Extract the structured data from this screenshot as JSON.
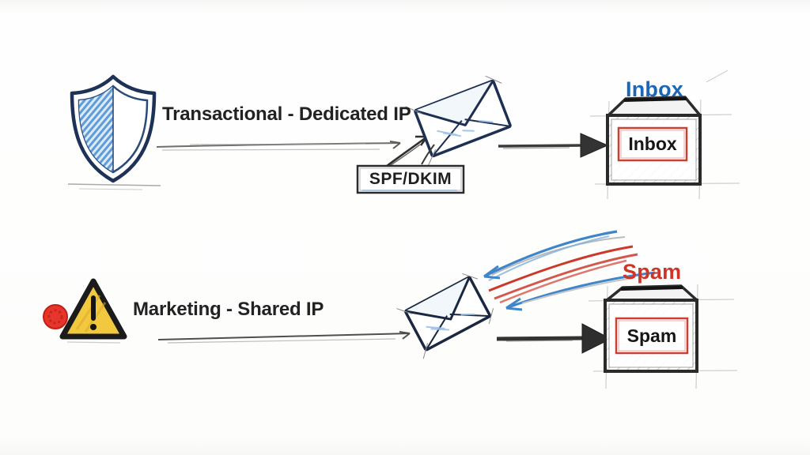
{
  "diagram": {
    "description": "Hand-drawn email deliverability sketch comparing sending reputations",
    "rows": [
      {
        "name": "transactional",
        "source_icon": "shield-icon",
        "label": "Transactional - Dedicated IP",
        "auth_badge": "SPF/DKIM",
        "destination": {
          "title": "Inbox",
          "box_label": "Inbox",
          "title_color": "#1a66b8"
        }
      },
      {
        "name": "marketing",
        "source_icon": "warning-icon",
        "label": "Marketing - Shared IP",
        "destination": {
          "title": "Spam",
          "box_label": "Spam",
          "title_color": "#cf3527"
        }
      }
    ],
    "colors": {
      "ink_navy": "#1d2f52",
      "shield_blue": "#5f9cda",
      "arrow_dark": "#333333",
      "warning_yellow": "#f2c83e",
      "alert_red": "#e6352a",
      "inbox_blue": "#1a66b8",
      "spam_red": "#cf3527",
      "box_red_outline": "#c94034",
      "bounce_blue": "#3f86c9",
      "bounce_red": "#cb392b"
    }
  }
}
